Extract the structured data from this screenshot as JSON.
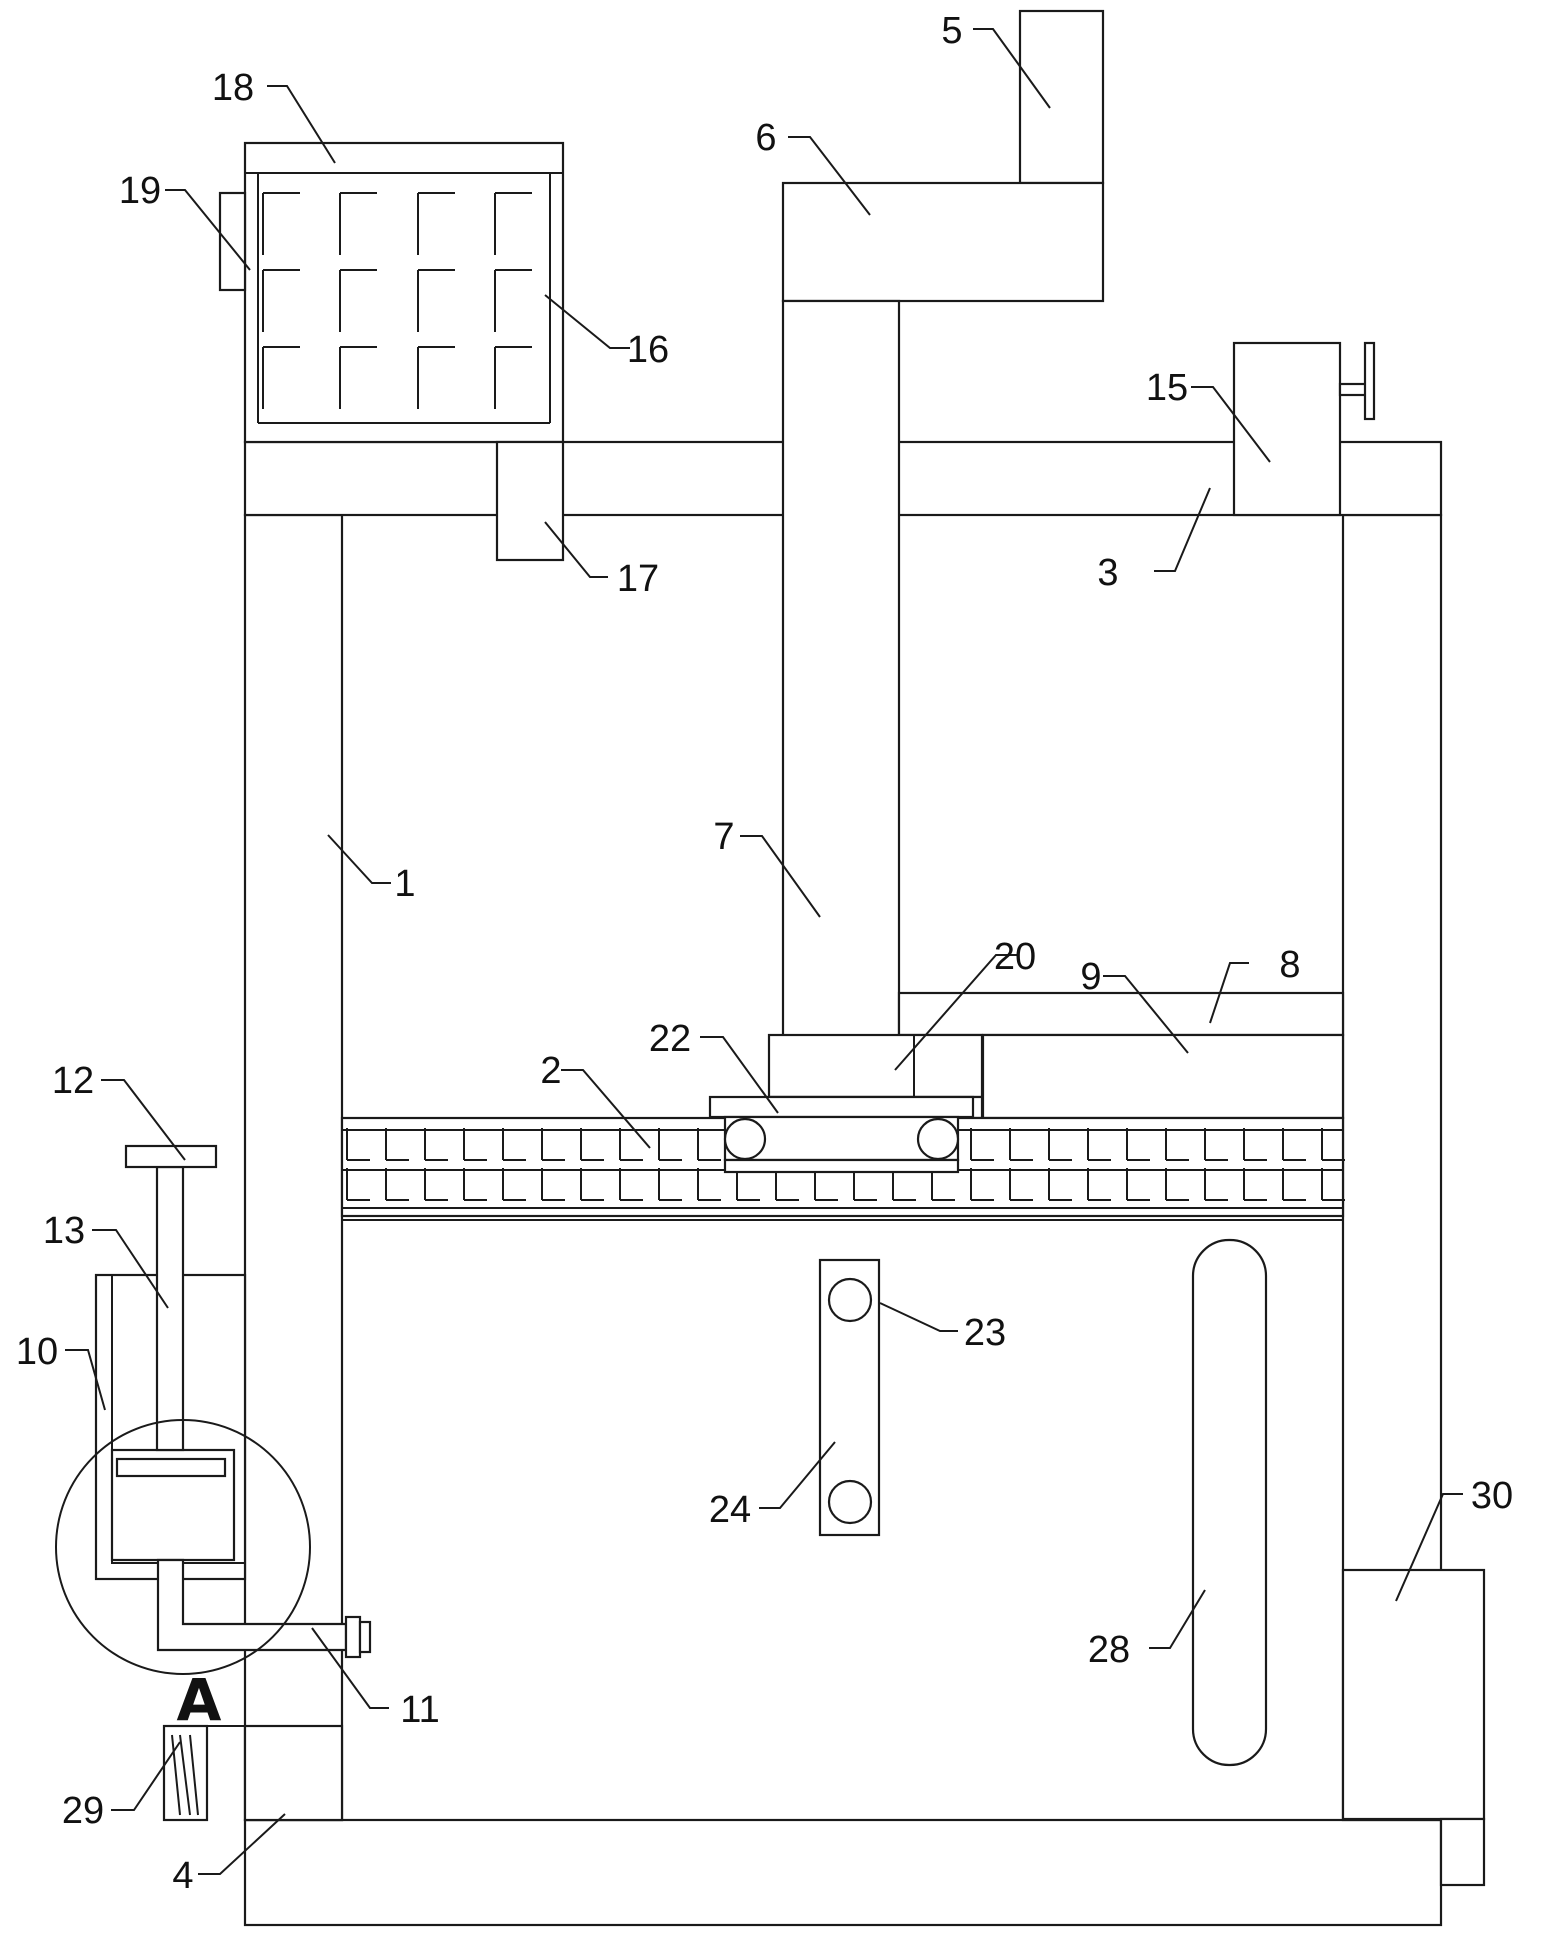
{
  "callouts": {
    "c1": "1",
    "c2": "2",
    "c3": "3",
    "c4": "4",
    "c5": "5",
    "c6": "6",
    "c7": "7",
    "c8": "8",
    "c9": "9",
    "c10": "10",
    "c11": "11",
    "c12": "12",
    "c13": "13",
    "c15": "15",
    "c16": "16",
    "c17": "17",
    "c18": "18",
    "c19": "19",
    "c20": "20",
    "c22": "22",
    "c23": "23",
    "c24": "24",
    "c28": "28",
    "c29": "29",
    "c30": "30"
  },
  "detail_view": "A"
}
